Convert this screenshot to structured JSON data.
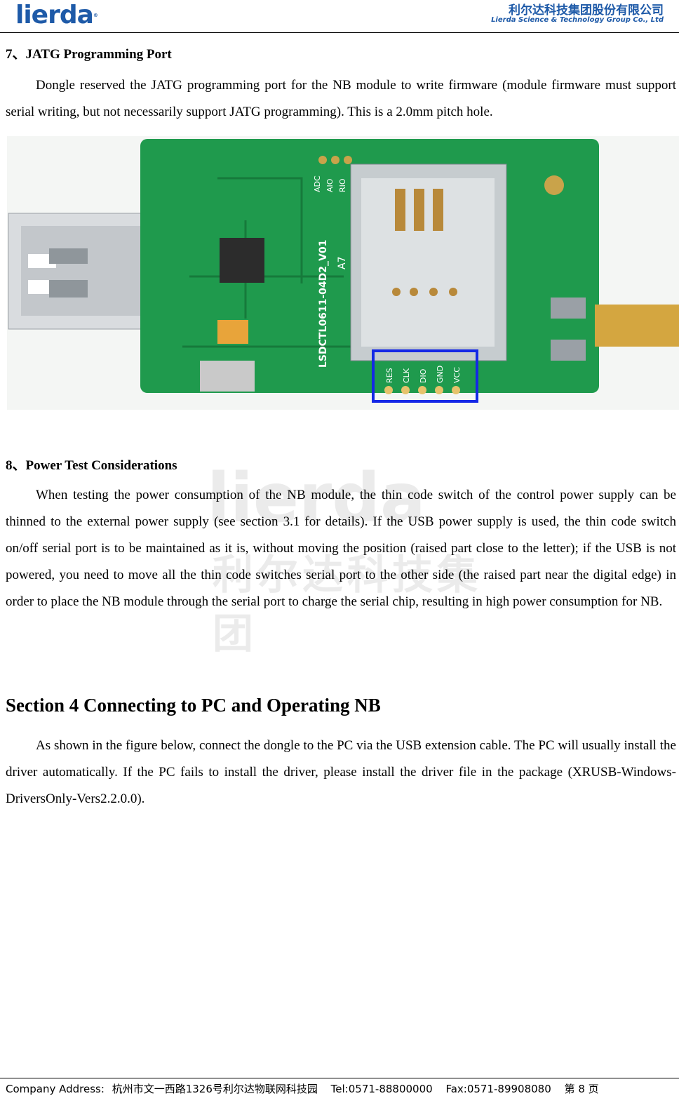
{
  "header": {
    "logo": "lierda",
    "company_cn": "利尔达科技集团股份有限公司",
    "company_en": "Lierda Science & Technology Group Co., Ltd"
  },
  "section7": {
    "heading": "7、JATG Programming Port",
    "body": "Dongle reserved the JATG programming port for the NB module to write firmware (module firmware must support serial writing, but not necessarily support JATG programming). This is a 2.0mm pitch hole."
  },
  "photo": {
    "board_text": "LSDCTL0611-04D2_V01",
    "board_text2": "A7",
    "header_labels_top": [
      "ADC",
      "AIO",
      "RIO"
    ],
    "pin_labels": [
      "RES",
      "CLK",
      "DIO",
      "GND",
      "VCC"
    ],
    "colors": {
      "pcb": "#1f9a4d",
      "highlight": "#1428e6"
    }
  },
  "section8": {
    "heading": "8、Power Test Considerations",
    "body": "When testing the power consumption of the NB module, the thin code switch of the control power supply can be thinned to the external power supply (see section 3.1 for details). If the USB power supply is used, the thin code switch on/off serial port is to be maintained as it is, without moving the position (raised part close to the letter); if the USB is not powered, you need to move all the thin code switches serial port to the other side (the raised part near the digital edge) in order to place the NB module through the serial port to charge the serial chip, resulting in high power consumption for NB."
  },
  "section_4": {
    "heading": "Section 4 Connecting to PC and Operating NB",
    "body": "As shown in the figure below, connect the dongle to the PC via the USB extension cable. The PC will usually install the driver automatically. If the PC fails to install the driver, please install the driver file in the package (XRUSB-Windows-DriversOnly-Vers2.2.0.0)."
  },
  "watermark": {
    "latin": "lierda",
    "cn": "利尔达科技集团"
  },
  "footer": {
    "address_label": "Company Address:",
    "address": "杭州市文一西路1326号利尔达物联网科技园",
    "tel": "Tel:0571-88800000",
    "fax": "Fax:0571-89908080",
    "page": "第 8 页"
  }
}
